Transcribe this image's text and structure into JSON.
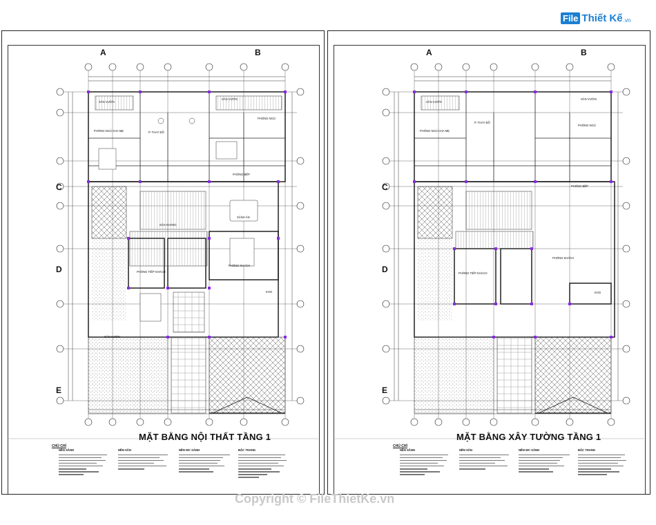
{
  "logo": {
    "mark": "File",
    "text": "Thiết Kế",
    "suffix": ".vn"
  },
  "watermark": "Copyright © FileThietKe.vn",
  "sheets": [
    {
      "title": "MẶT BẰNG NỘI THẤT TẦNG 1",
      "grid_letters": [
        "A",
        "B",
        "C",
        "D",
        "E"
      ],
      "notes_heading": "CHÚ CHÍ",
      "note_columns": [
        "NỀN SÂNH",
        "NỀN SÂN",
        "NỀN WC SÀNH",
        "BẬC THANG"
      ],
      "rooms": [
        "SÂN VƯỜN",
        "SÂN VƯỜN",
        "PHÒNG NGỦ CHA MẸ",
        "P. THAY ĐỒ",
        "PHÒNG NGỦ",
        "PHÒNG BẾP",
        "SẢNH ĂN",
        "SÂN KHÁNG",
        "PHÒNG TIẾP KHÁCH",
        "PHÒNG KHÁCH",
        "KHO",
        "SÂN VƯỜN"
      ]
    },
    {
      "title": "MẶT BẰNG XÂY TƯỜNG TẦNG 1",
      "grid_letters": [
        "A",
        "B",
        "C",
        "D",
        "E"
      ],
      "notes_heading": "CHÚ CHÍ",
      "note_columns": [
        "NỀN SÂNH",
        "NỀN SÂN",
        "NỀN WC SÀNH",
        "BẬC THANG"
      ],
      "rooms": [
        "SÂN VƯỜN",
        "SÂN VƯỜN",
        "PHÒNG NGỦ CHA MẸ",
        "P. THAY ĐỒ",
        "PHÒNG NGỦ",
        "PHÒNG BẾP",
        "PHÒNG TIẾP KHÁCH",
        "PHÒNG KHÁCH",
        "KHO"
      ]
    }
  ]
}
